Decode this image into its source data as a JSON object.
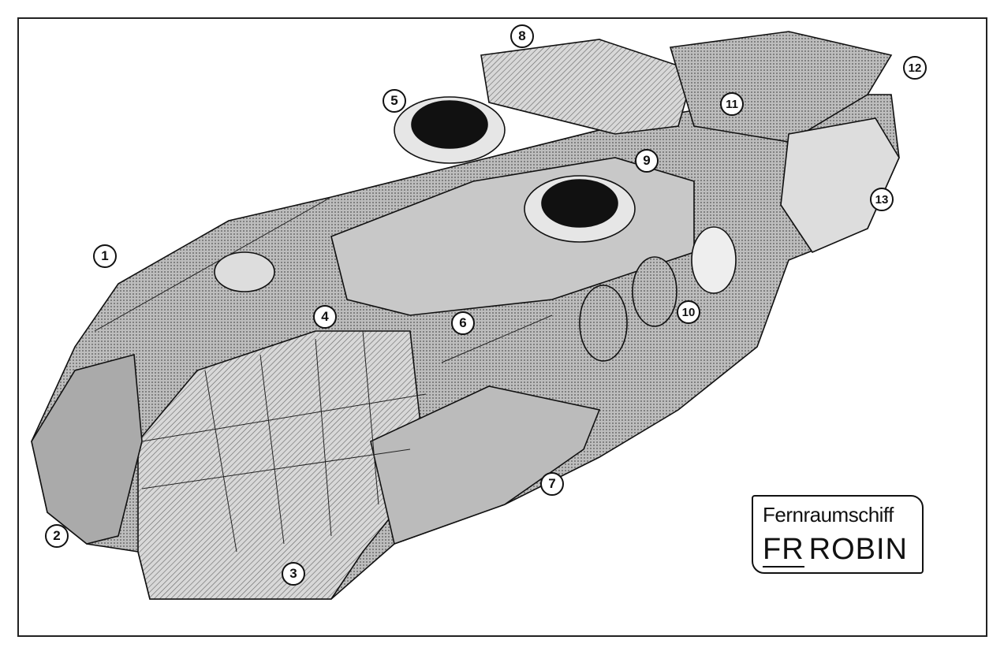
{
  "title": {
    "line1": "Fernraumschiff",
    "prefix": "FR",
    "name": "ROBIN"
  },
  "callouts": [
    "1",
    "2",
    "3",
    "4",
    "5",
    "6",
    "7",
    "8",
    "9",
    "10",
    "11",
    "12",
    "13"
  ],
  "colors": {
    "ink": "#111111",
    "shade": "#8a8a8a",
    "light": "#cfcfcf"
  }
}
